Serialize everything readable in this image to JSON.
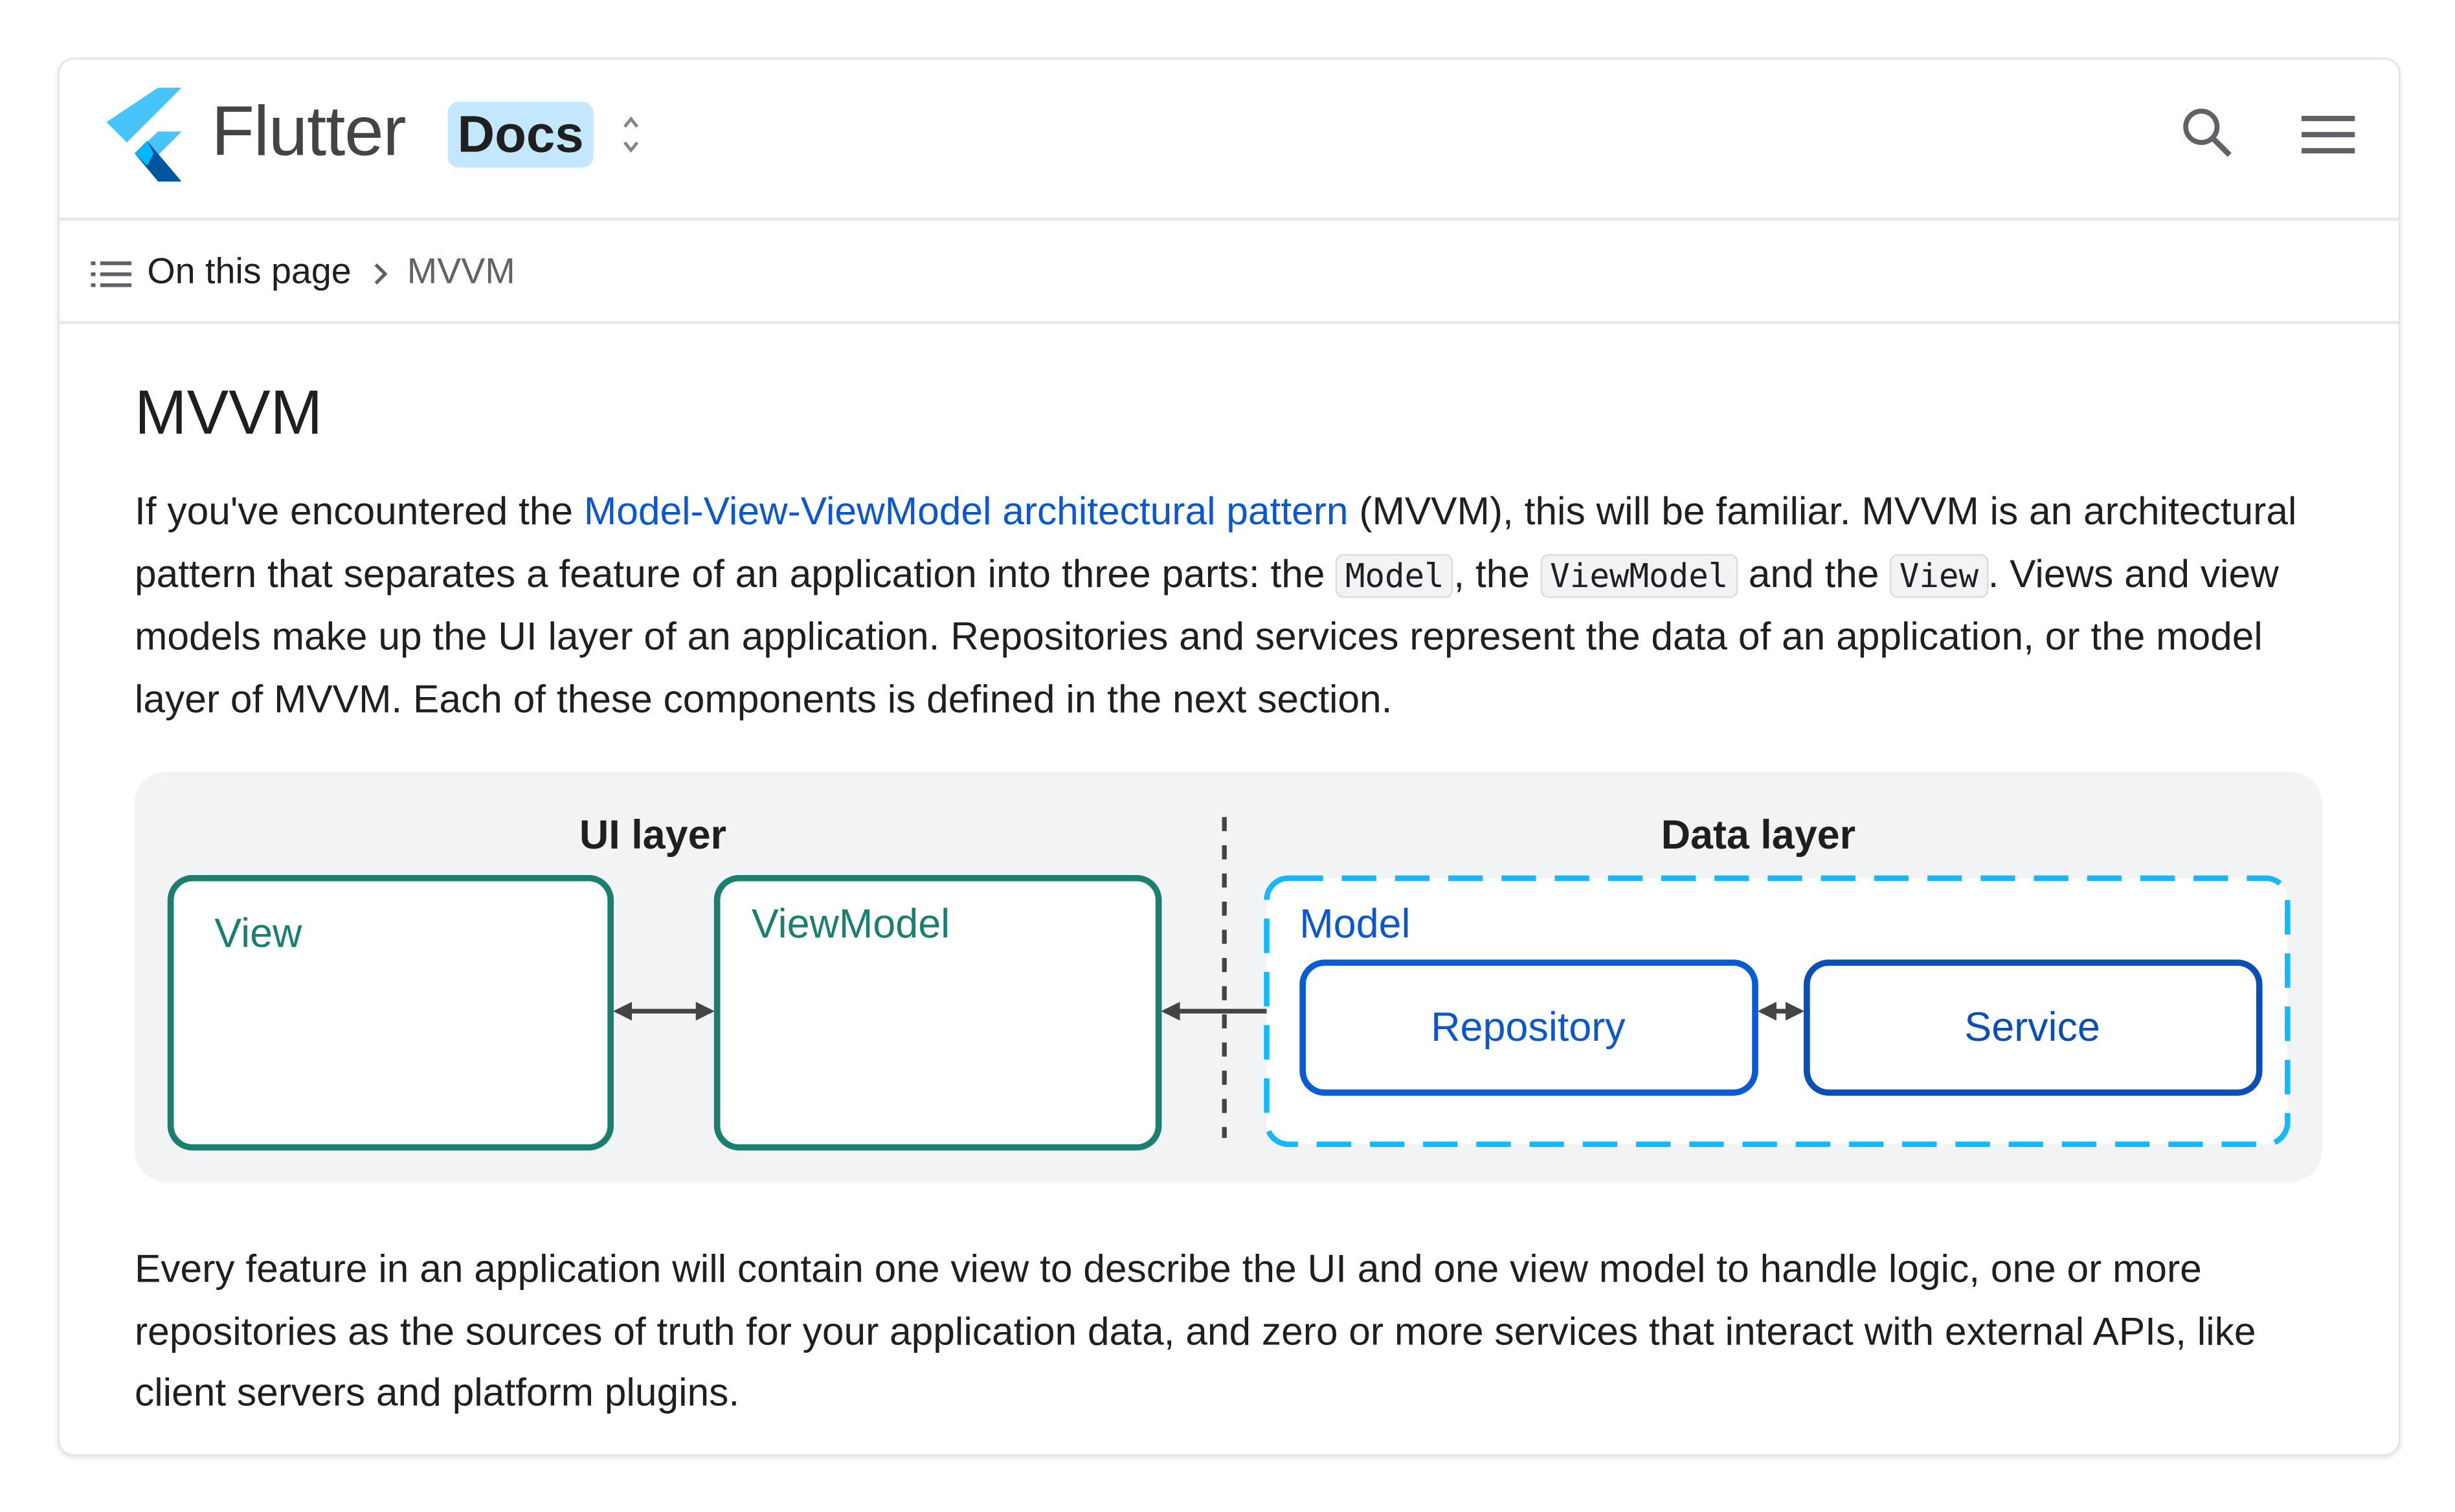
{
  "header": {
    "brand": "Flutter",
    "badge": "Docs",
    "logo_icon": "flutter-logo",
    "switcher_icon": "unfold-more-icon",
    "search_icon": "search-icon",
    "menu_icon": "menu-icon"
  },
  "breadcrumb": {
    "toc_label": "On this page",
    "current": "MVVM"
  },
  "content": {
    "title": "MVVM",
    "para1": {
      "before_link": "If you've encountered the ",
      "link": "Model-View-ViewModel architectural pattern",
      "after_link": " (MVVM), this will be familiar. MVVM is an architectural pattern that separates a feature of an application into three parts: the ",
      "code1": "Model",
      "mid1": ", the ",
      "code2": "ViewModel",
      "mid2": " and the ",
      "code3": "View",
      "end": ". Views and view models make up the UI layer of an application. Repositories and services represent the data of an application, or the model layer of MVVM. Each of these components is defined in the next section."
    },
    "diagram": {
      "ui_layer": "UI layer",
      "data_layer": "Data layer",
      "view": "View",
      "viewmodel": "ViewModel",
      "model": "Model",
      "repository": "Repository",
      "service": "Service",
      "colors": {
        "ui": "#1a7f6f",
        "model_dashed": "#13b9fd",
        "data": "#0b57d0"
      }
    },
    "para2": "Every feature in an application will contain one view to describe the UI and one view model to handle logic, one or more repositories as the sources of truth for your application data, and zero or more services that interact with external APIs, like client servers and platform plugins."
  }
}
